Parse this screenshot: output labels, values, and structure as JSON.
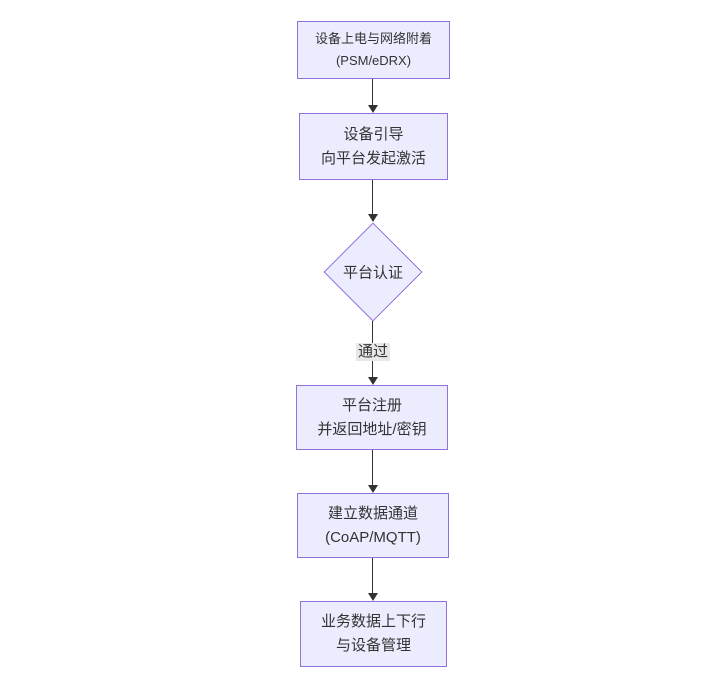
{
  "flowchart": {
    "nodes": {
      "power_attach": {
        "line1": "设备上电与网络附着",
        "line2": "(PSM/eDRX)"
      },
      "bootstrap": {
        "line1": "设备引导",
        "line2": "向平台发起激活"
      },
      "auth_decision": {
        "label": "平台认证"
      },
      "register": {
        "line1": "平台注册",
        "line2": "并返回地址/密钥"
      },
      "data_channel": {
        "line1": "建立数据通道",
        "line2": "(CoAP/MQTT)"
      },
      "business": {
        "line1": "业务数据上下行",
        "line2": "与设备管理"
      }
    },
    "edge_labels": {
      "auth_pass": "通过"
    },
    "colors": {
      "node_fill": "#ECECFF",
      "node_border": "#9370DB",
      "text": "#333333",
      "arrow": "#333333",
      "edge_label_bg": "#e8e8e8",
      "background": "#ffffff"
    }
  }
}
